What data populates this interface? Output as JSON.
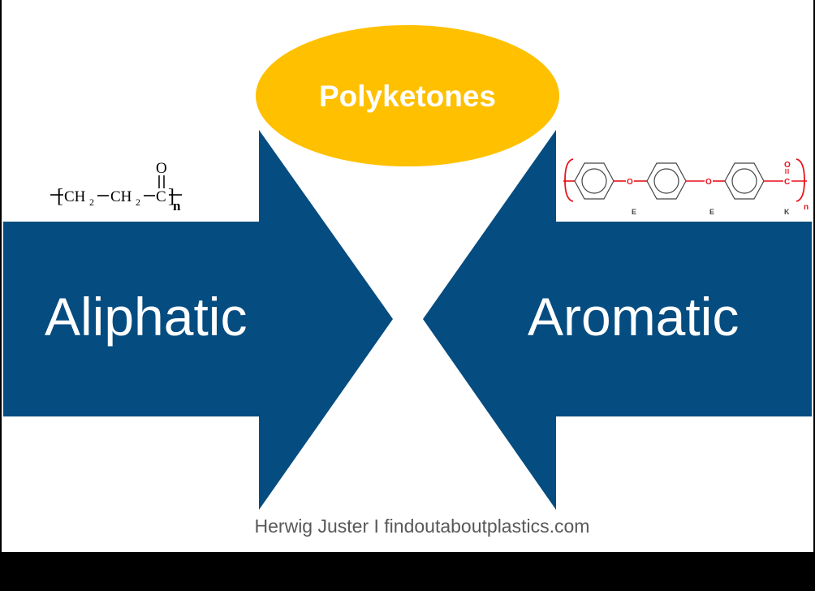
{
  "diagram": {
    "title": "Polyketones",
    "left_arrow": {
      "label": "Aliphatic",
      "direction": "right"
    },
    "right_arrow": {
      "label": "Aromatic",
      "direction": "left"
    },
    "credit": "Herwig Juster I findoutaboutplastics.com",
    "colors": {
      "arrow": "#054C80",
      "ellipse": "#FFC000",
      "title_text": "#FFFFFF",
      "credit_text": "#595959",
      "peek_structure": "#E8111B",
      "background": "#FFFFFF",
      "frame": "#000000"
    }
  },
  "aliphatic_formula": {
    "bracket_open": "[",
    "group1": "CH",
    "group1_sub": "2",
    "group2": "CH",
    "group2_sub": "2",
    "carbonyl_c": "C",
    "carbonyl_o": "O",
    "bracket_close": "]",
    "repeat": "n"
  },
  "aromatic_formula": {
    "ether_o1": "O",
    "ether_o2": "O",
    "ketone_c": "C",
    "ketone_o": "O",
    "repeat": "n",
    "unit_labels": [
      "E",
      "E",
      "K"
    ]
  }
}
